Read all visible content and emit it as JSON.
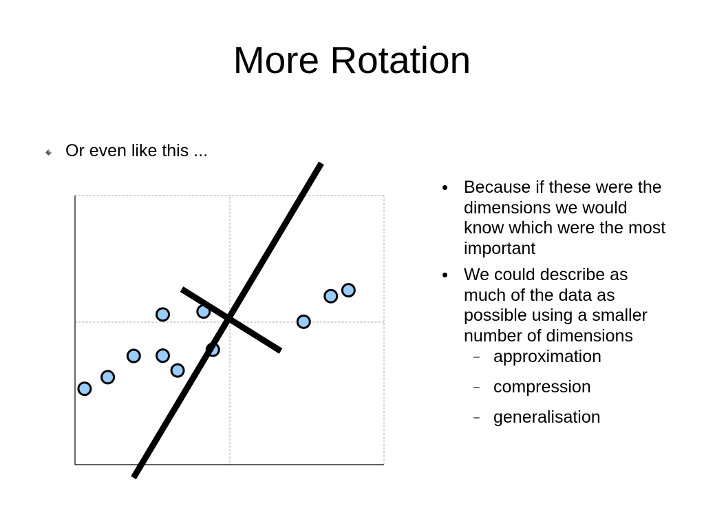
{
  "slide": {
    "title": "More Rotation",
    "intro": "Or even like this ...",
    "bullets": [
      {
        "text": "Because if these were the dimensions we would know which were the most important"
      },
      {
        "text": "We could describe as much of the data as possible using a smaller number of dimensions"
      }
    ],
    "sub_bullets": [
      "approximation",
      "compression",
      "generalisation"
    ]
  },
  "diagram": {
    "point_fill": "#99ccff",
    "axis_color": "#000000",
    "grid_color": "#999999",
    "points": [
      {
        "x": 0.648,
        "y": 0.885
      },
      {
        "x": 0.626,
        "y": 0.828
      },
      {
        "x": 0.531,
        "y": 0.74
      },
      {
        "x": 0.569,
        "y": 0.416
      },
      {
        "x": 0.427,
        "y": 0.446
      },
      {
        "x": 0.35,
        "y": 0.332
      },
      {
        "x": 0.405,
        "y": 0.284
      },
      {
        "x": 0.558,
        "y": 0.284
      },
      {
        "x": 0.404,
        "y": 0.19
      },
      {
        "x": 0.325,
        "y": 0.106
      },
      {
        "x": 0.282,
        "y": 0.031
      }
    ]
  }
}
